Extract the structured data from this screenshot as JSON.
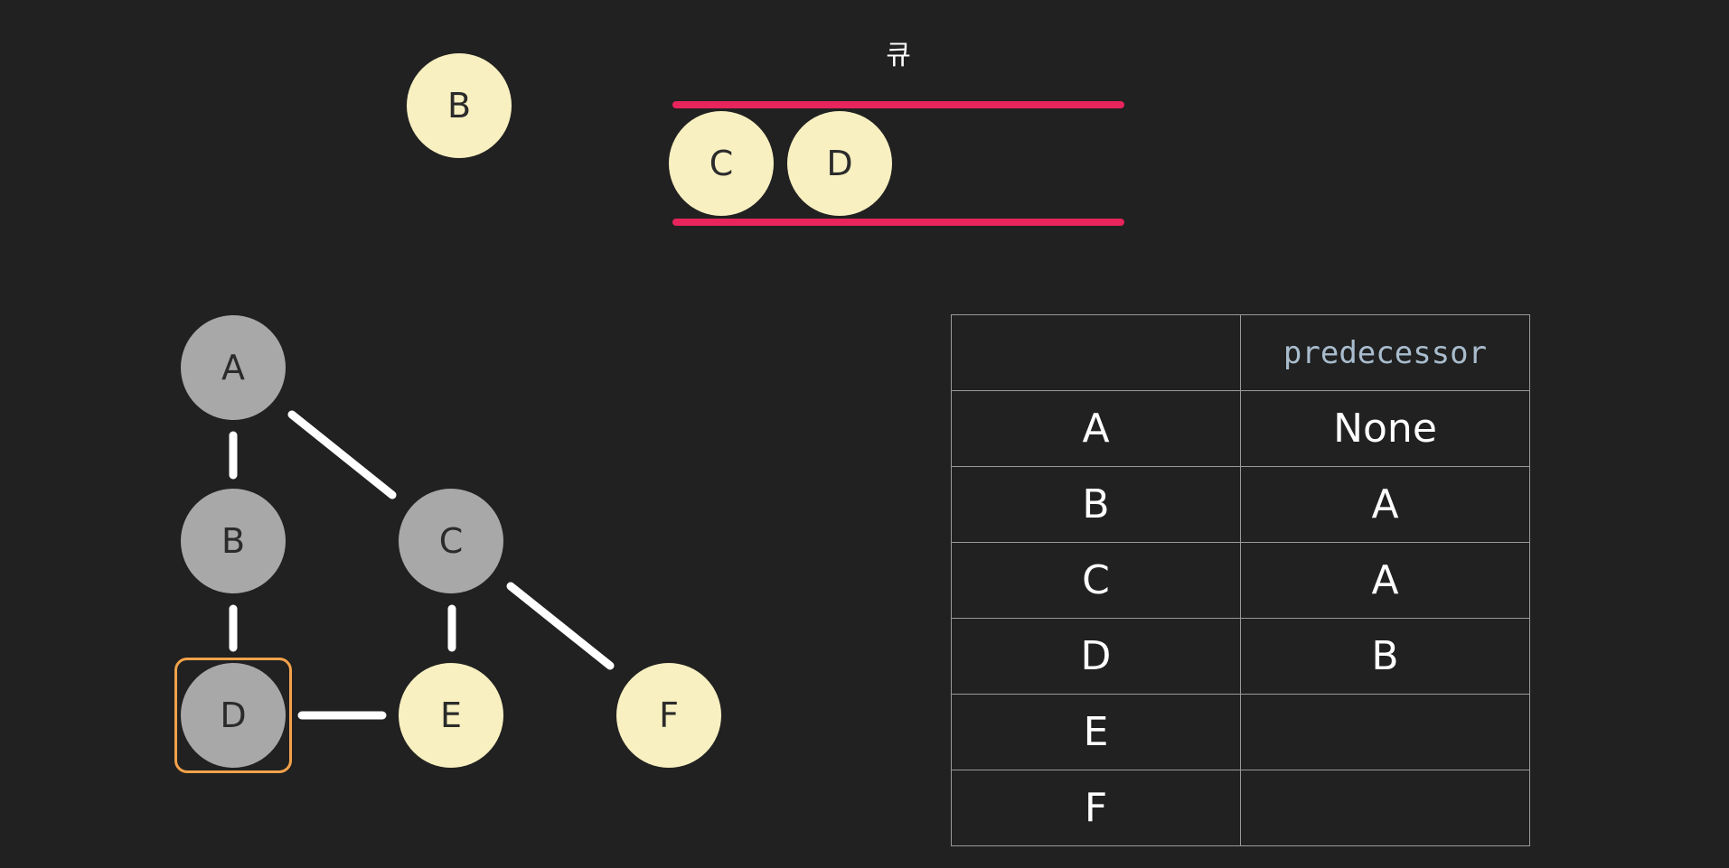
{
  "current_node": {
    "label": "B"
  },
  "queue": {
    "title": "큐",
    "items": [
      "C",
      "D"
    ],
    "bar_color": "#e8245c"
  },
  "graph": {
    "nodes": [
      {
        "id": "A",
        "label": "A",
        "state": "visited"
      },
      {
        "id": "B",
        "label": "B",
        "state": "visited"
      },
      {
        "id": "C",
        "label": "C",
        "state": "visited"
      },
      {
        "id": "D",
        "label": "D",
        "state": "visited",
        "highlighted": true
      },
      {
        "id": "E",
        "label": "E",
        "state": "unvisited"
      },
      {
        "id": "F",
        "label": "F",
        "state": "unvisited"
      }
    ],
    "edges": [
      [
        "A",
        "B"
      ],
      [
        "A",
        "C"
      ],
      [
        "B",
        "D"
      ],
      [
        "C",
        "E"
      ],
      [
        "C",
        "F"
      ],
      [
        "D",
        "E"
      ]
    ],
    "colors": {
      "visited": "#a8a8a8",
      "unvisited": "#f9f0c1",
      "highlight": "#f3a24a",
      "edge": "#ffffff"
    }
  },
  "table": {
    "header": [
      "",
      "predecessor"
    ],
    "rows": [
      {
        "node": "A",
        "predecessor": "None"
      },
      {
        "node": "B",
        "predecessor": "A"
      },
      {
        "node": "C",
        "predecessor": "A"
      },
      {
        "node": "D",
        "predecessor": "B"
      },
      {
        "node": "E",
        "predecessor": ""
      },
      {
        "node": "F",
        "predecessor": ""
      }
    ]
  }
}
